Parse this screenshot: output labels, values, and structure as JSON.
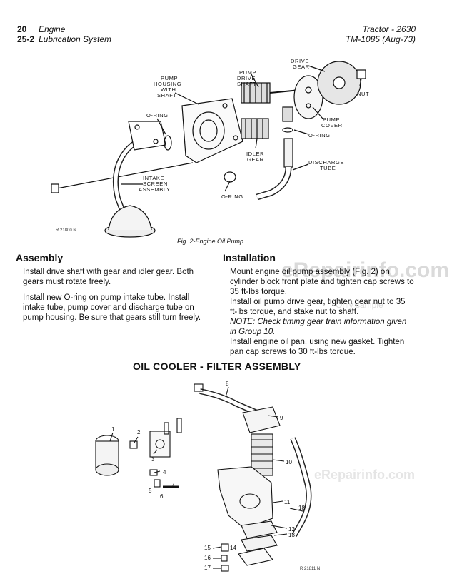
{
  "header": {
    "left_num_1": "20",
    "left_text_1": "Engine",
    "left_num_2": "25-2",
    "left_text_2": "Lubrication System",
    "right_1": "Tractor - 2630",
    "right_2": "TM-1085  (Aug-73)"
  },
  "figure1": {
    "labels": {
      "pump_housing": [
        "PUMP",
        "HOUSING",
        "WITH",
        "SHAFT"
      ],
      "pump_drive_shaft": [
        "PUMP",
        "DRIVE",
        "SHAFT"
      ],
      "drive_gear": [
        "DRIVE",
        "GEAR"
      ],
      "nut": "NUT",
      "o_ring_left": "O-RING",
      "pump_cover": [
        "PUMP",
        "COVER"
      ],
      "o_ring_right": "O-RING",
      "idler_gear": [
        "IDLER",
        "GEAR"
      ],
      "discharge_tube": [
        "DISCHARGE",
        "TUBE"
      ],
      "intake_screen": [
        "INTAKE",
        "SCREEN",
        "ASSEMBLY"
      ],
      "o_ring_bottom": "O-RING",
      "ref": "R 21800 N"
    },
    "caption": "Fig. 2-Engine Oil Pump"
  },
  "assembly": {
    "heading": "Assembly",
    "p1": "Install drive shaft with gear and idler gear. Both gears must rotate freely.",
    "p2": "Install new O-ring on pump intake tube. Install intake tube, pump cover and discharge tube on pump housing. Be sure that gears still turn freely."
  },
  "installation": {
    "heading": "Installation",
    "p1": "Mount engine oil pump assembly (Fig. 2) on cylinder block front plate and tighten cap screws to 35 ft-lbs torque.",
    "p2": "Install oil pump drive gear, tighten gear nut to 35 ft-lbs torque, and stake nut to shaft.",
    "note": "NOTE: Check timing gear train information given in Group 10.",
    "p3": "Install engine oil pan, using new gasket. Tighten pan cap screws to 30 ft-lbs torque."
  },
  "oil_cooler": {
    "title": "OIL COOLER - FILTER ASSEMBLY",
    "callouts": [
      "1",
      "2",
      "3",
      "4",
      "5",
      "6",
      "7",
      "8",
      "9",
      "10",
      "11",
      "12",
      "13",
      "14",
      "15",
      "16",
      "17",
      "18"
    ],
    "ref": "R 21811 N"
  },
  "watermark": {
    "main": "eRepairinfo.com",
    "sub": "Only sample",
    "sub2": "eRepairinfo.com"
  }
}
